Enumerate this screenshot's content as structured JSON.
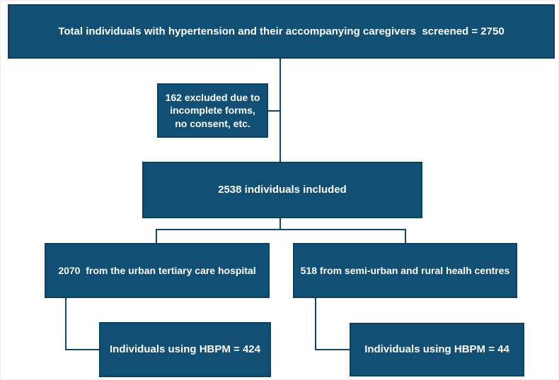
{
  "colors": {
    "box_fill": "#114F75",
    "box_border": "#0D3F5F",
    "line": "#0F466B",
    "text": "#FFFFFF",
    "background": "#FFFFFF"
  },
  "diagram": {
    "type": "flowchart",
    "boxes": {
      "screened": {
        "label": "Total individuals with hypertension and their accompanying caregivers  screened = 2750"
      },
      "excluded": {
        "label": "162 excluded due to incomplete forms, no consent, etc."
      },
      "included": {
        "label": "2538 individuals included"
      },
      "urban": {
        "label": "2070  from the urban tertiary care hospital"
      },
      "semiurban": {
        "label": "518 from semi-urban and rural healh centres"
      },
      "urban_hbpm": {
        "label": "Individuals using HBPM = 424"
      },
      "semiurban_hbpm": {
        "label": "Individuals using HBPM = 44"
      }
    },
    "edges": [
      {
        "from": "screened",
        "to": "included"
      },
      {
        "from": "screened",
        "to": "excluded"
      },
      {
        "from": "included",
        "to": "urban"
      },
      {
        "from": "included",
        "to": "semiurban"
      },
      {
        "from": "urban",
        "to": "urban_hbpm"
      },
      {
        "from": "semiurban",
        "to": "semiurban_hbpm"
      }
    ],
    "numbers": {
      "screened_total": 2750,
      "excluded": 162,
      "included": 2538,
      "urban_tertiary": 2070,
      "semi_urban_rural": 518,
      "hbpm_urban": 424,
      "hbpm_semi_urban": 44
    }
  }
}
